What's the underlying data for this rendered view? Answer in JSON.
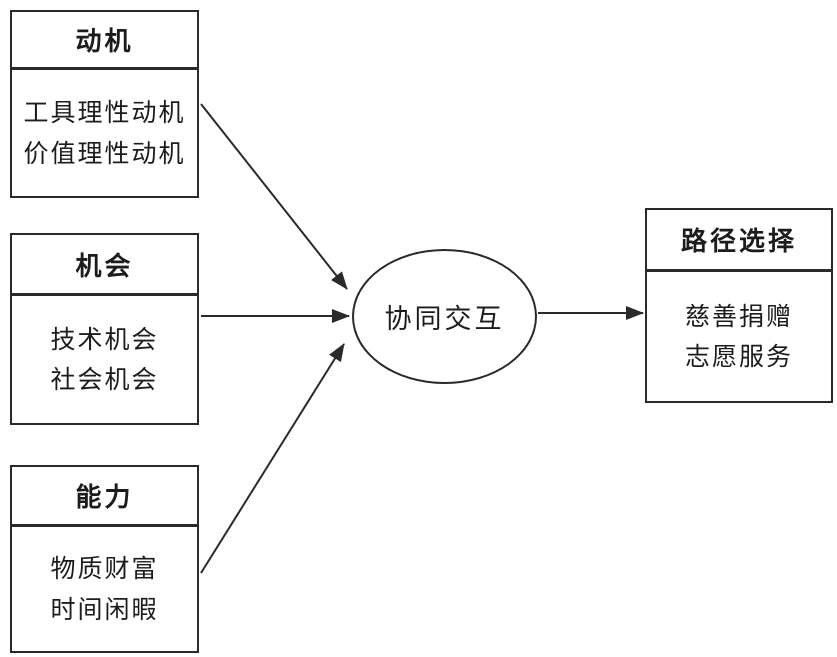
{
  "diagram": {
    "background_color": "#ffffff",
    "line_color": "#2a2a2a",
    "text_color": "#1c1c1c",
    "left_boxes": [
      {
        "title": "动机",
        "items": [
          "工具理性动机",
          "价值理性动机"
        ]
      },
      {
        "title": "机会",
        "items": [
          "技术机会",
          "社会机会"
        ]
      },
      {
        "title": "能力",
        "items": [
          "物质财富",
          "时间闲暇"
        ]
      }
    ],
    "center_node": {
      "label": "协同交互",
      "shape": "ellipse"
    },
    "right_box": {
      "title": "路径选择",
      "items": [
        "慈善捐赠",
        "志愿服务"
      ]
    },
    "arrows": [
      {
        "from": "动机",
        "to": "协同交互"
      },
      {
        "from": "机会",
        "to": "协同交互"
      },
      {
        "from": "能力",
        "to": "协同交互"
      },
      {
        "from": "协同交互",
        "to": "路径选择"
      }
    ]
  }
}
